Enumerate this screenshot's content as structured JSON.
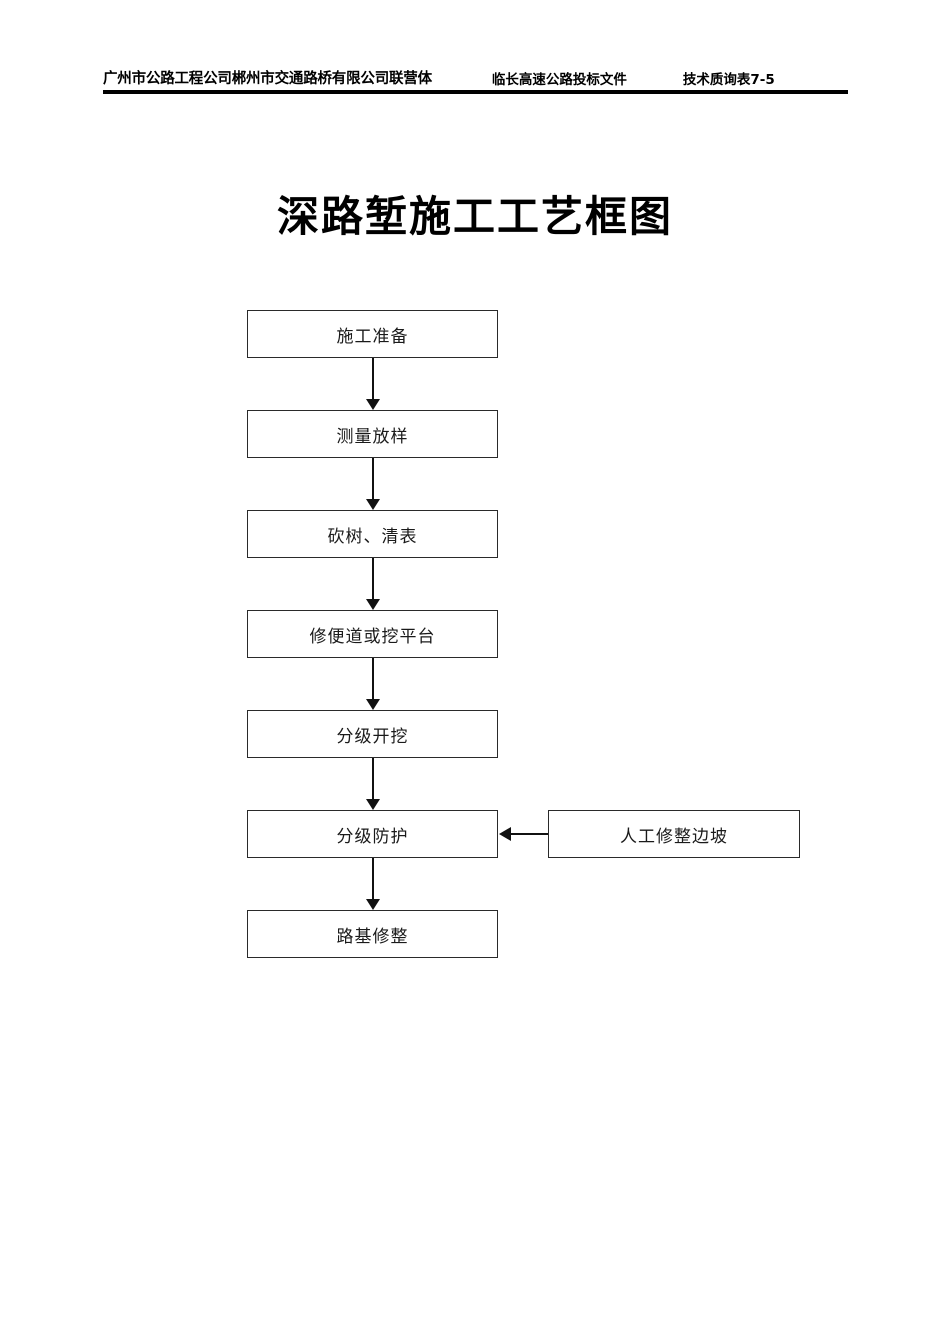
{
  "header": {
    "left": "广州市公路工程公司郴州市交通路桥有限公司联营体",
    "middle": "临长高速公路投标文件",
    "right": "技术质询表7-5"
  },
  "title": "深路堑施工工艺框图",
  "chart_data": {
    "type": "diagram",
    "title": "深路堑施工工艺框图",
    "nodes": [
      {
        "id": "n1",
        "label": "施工准备",
        "column": "main",
        "order": 1
      },
      {
        "id": "n2",
        "label": "测量放样",
        "column": "main",
        "order": 2
      },
      {
        "id": "n3",
        "label": "砍树、清表",
        "column": "main",
        "order": 3
      },
      {
        "id": "n4",
        "label": "修便道或挖平台",
        "column": "main",
        "order": 4
      },
      {
        "id": "n5",
        "label": "分级开挖",
        "column": "main",
        "order": 5
      },
      {
        "id": "n6",
        "label": "分级防护",
        "column": "main",
        "order": 6
      },
      {
        "id": "n7",
        "label": "路基修整",
        "column": "main",
        "order": 7
      },
      {
        "id": "s1",
        "label": "人工修整边坡",
        "column": "side",
        "order": 1
      }
    ],
    "edges": [
      {
        "from": "n1",
        "to": "n2",
        "direction": "down"
      },
      {
        "from": "n2",
        "to": "n3",
        "direction": "down"
      },
      {
        "from": "n3",
        "to": "n4",
        "direction": "down"
      },
      {
        "from": "n4",
        "to": "n5",
        "direction": "down"
      },
      {
        "from": "n5",
        "to": "n6",
        "direction": "down"
      },
      {
        "from": "n6",
        "to": "n7",
        "direction": "down"
      },
      {
        "from": "s1",
        "to": "n6",
        "direction": "left"
      }
    ],
    "colors": {
      "box_border": "#2a2a2a",
      "connector": "#111111",
      "text": "#1a1a1a",
      "background": "#ffffff"
    }
  }
}
